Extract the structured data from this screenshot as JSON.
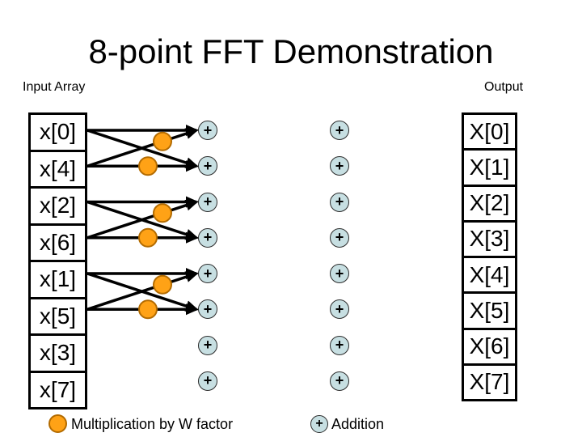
{
  "title": "8-point FFT Demonstration",
  "input_label": "Input Array",
  "output_label": "Output",
  "input_array": [
    "x[0]",
    "x[4]",
    "x[2]",
    "x[6]",
    "x[1]",
    "x[5]",
    "x[3]",
    "x[7]"
  ],
  "output_array": [
    "X[0]",
    "X[1]",
    "X[2]",
    "X[3]",
    "X[4]",
    "X[5]",
    "X[6]",
    "X[7]"
  ],
  "adder_symbol": "+",
  "legend": {
    "multiply": "Multiplication by W factor",
    "add": "Addition"
  },
  "colors": {
    "adder_fill": "#c7dfe2",
    "w_fill": "#ffa216",
    "w_border": "#b36b00",
    "line": "#000000"
  },
  "butterflies": [
    {
      "inputs": [
        "x[0]",
        "x[4]"
      ],
      "rows": [
        0,
        1
      ],
      "drawn": true
    },
    {
      "inputs": [
        "x[2]",
        "x[6]"
      ],
      "rows": [
        2,
        3
      ],
      "drawn": true
    },
    {
      "inputs": [
        "x[1]",
        "x[5]"
      ],
      "rows": [
        4,
        5
      ],
      "drawn": true
    },
    {
      "inputs": [
        "x[3]",
        "x[7]"
      ],
      "rows": [
        6,
        7
      ],
      "drawn": false
    }
  ]
}
